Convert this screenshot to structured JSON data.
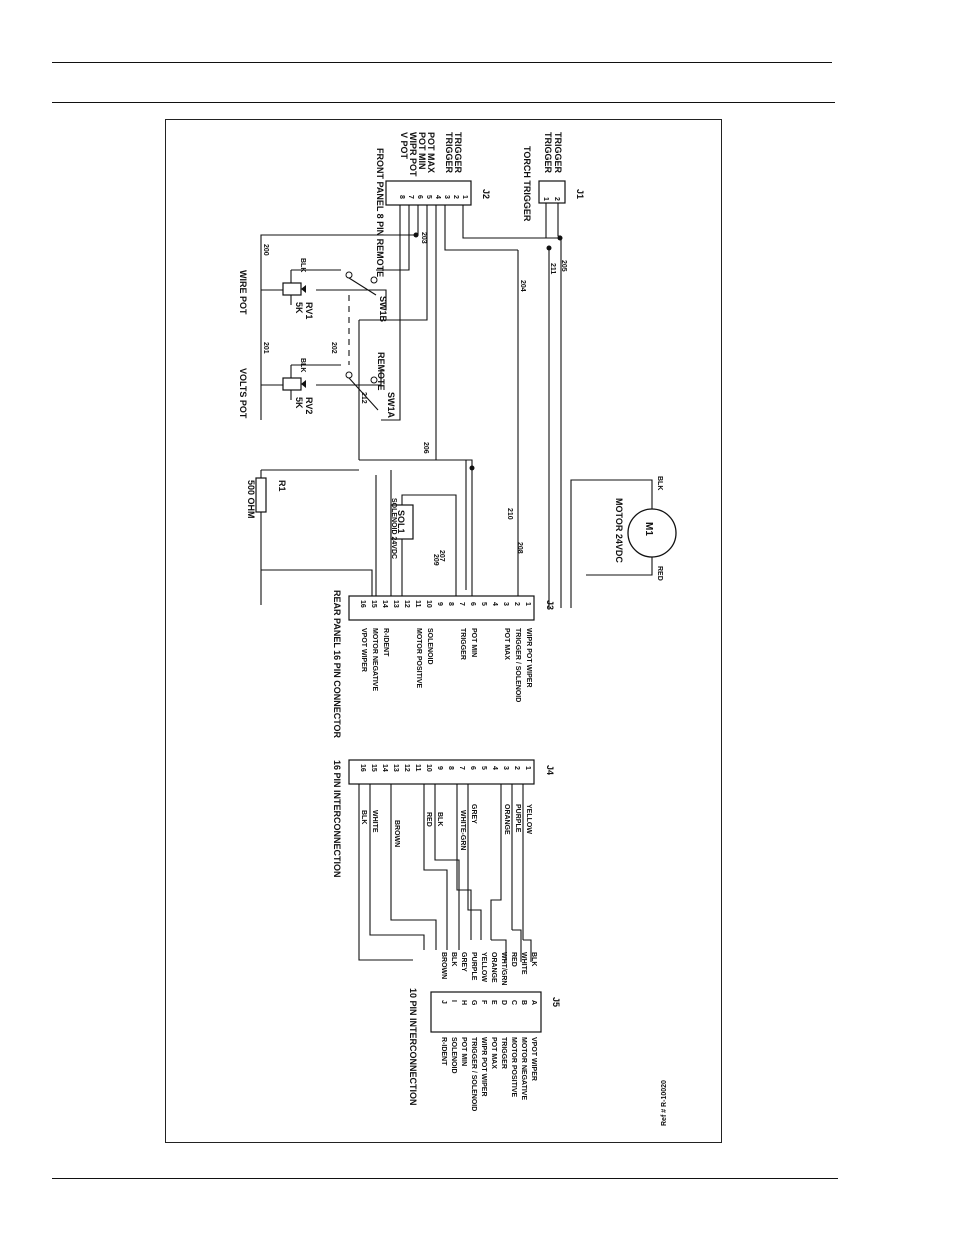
{
  "schematic": {
    "connectors": {
      "j1": {
        "id": "J1",
        "pins": [
          "1",
          "2"
        ],
        "labels": [
          "TRIGGER",
          "TRIGGER"
        ],
        "title": "TORCH TRIGGER"
      },
      "j2": {
        "id": "J2",
        "pins": [
          "1",
          "2",
          "3",
          "4",
          "5",
          "6",
          "7",
          "8"
        ],
        "labels": [
          "",
          "TRIGGER",
          "TRIGGER",
          "",
          "POT MAX",
          "POT MIN",
          "WIPR POT",
          "V POT"
        ],
        "title": "FRONT PANEL 8 PIN REMOTE"
      },
      "j3": {
        "id": "J3",
        "pins": [
          "1",
          "2",
          "3",
          "4",
          "5",
          "6",
          "7",
          "8",
          "9",
          "10",
          "11",
          "12",
          "13",
          "14",
          "15",
          "16"
        ],
        "labels": [
          "WIPR POT WIPER",
          "TRIGGER / SOLENOID",
          "POT MAX",
          "",
          "",
          "POT MIN",
          "TRIGGER",
          "",
          "",
          "SOLENOID",
          "MOTOR POSITIVE",
          "",
          "",
          "R-IDENT",
          "MOTOR NEGATIVE",
          "VPOT WIPER"
        ],
        "title": "REAR PANEL 16 PIN CONNECTOR"
      },
      "j4": {
        "id": "J4",
        "pins": [
          "1",
          "2",
          "3",
          "4",
          "5",
          "6",
          "7",
          "8",
          "9",
          "10",
          "11",
          "12",
          "13",
          "14",
          "15",
          "16"
        ],
        "labels": [
          "YELLOW",
          "PURPLE",
          "ORANGE",
          "",
          "",
          "GREY",
          "WHITE-GRN",
          "",
          "BLK",
          "RED",
          "",
          "",
          "BROWN",
          "",
          "WHITE",
          "BLK"
        ],
        "title": "16 PIN INTERCONNECTION"
      },
      "j5": {
        "id": "J5",
        "pins": [
          "A",
          "B",
          "C",
          "D",
          "E",
          "F",
          "G",
          "H",
          "I",
          "J"
        ],
        "left_labels": [
          "BLK",
          "WHITE",
          "RED",
          "WHT/GRN",
          "ORANGE",
          "YELLOW",
          "PURPLE",
          "GREY",
          "BLK",
          "BROWN"
        ],
        "right_labels": [
          "VPOT WIPER",
          "MOTOR NEGATIVE",
          "MOTOR POSITIVE",
          "TRIGGER",
          "POT MAX",
          "WIPR POT WIPER",
          "TRIGGER / SOLENOID",
          "POT MIN",
          "SOLENOID",
          "R-IDENT"
        ],
        "title": "10 PIN INTERCONNECTION"
      }
    },
    "components": {
      "r1": {
        "ref": "R1",
        "value": "500 OHM"
      },
      "rv1": {
        "ref": "RV1",
        "value": "5K",
        "name": "WIRE POT"
      },
      "rv2": {
        "ref": "RV2",
        "value": "5K",
        "name": "VOLTS POT"
      },
      "sw1": {
        "ref": "SW1B",
        "mode": "REMOTE"
      },
      "sw2": {
        "ref": "SW1A",
        "mode": "REMOTE"
      },
      "motor": {
        "ref": "M1",
        "name": "MOTOR 24VDC"
      },
      "solenoid": {
        "ref": "SOL1",
        "name": "SOLENOID 24VDC"
      }
    },
    "wire_numbers": [
      "200",
      "201",
      "202",
      "203",
      "204",
      "205",
      "206",
      "207",
      "208",
      "209",
      "210",
      "211",
      "212"
    ],
    "color_codes": [
      "BLK",
      "RED"
    ],
    "drawing_number": "Ref # R-10020"
  },
  "colors": {
    "ink": "#111111",
    "background": "#ffffff"
  }
}
